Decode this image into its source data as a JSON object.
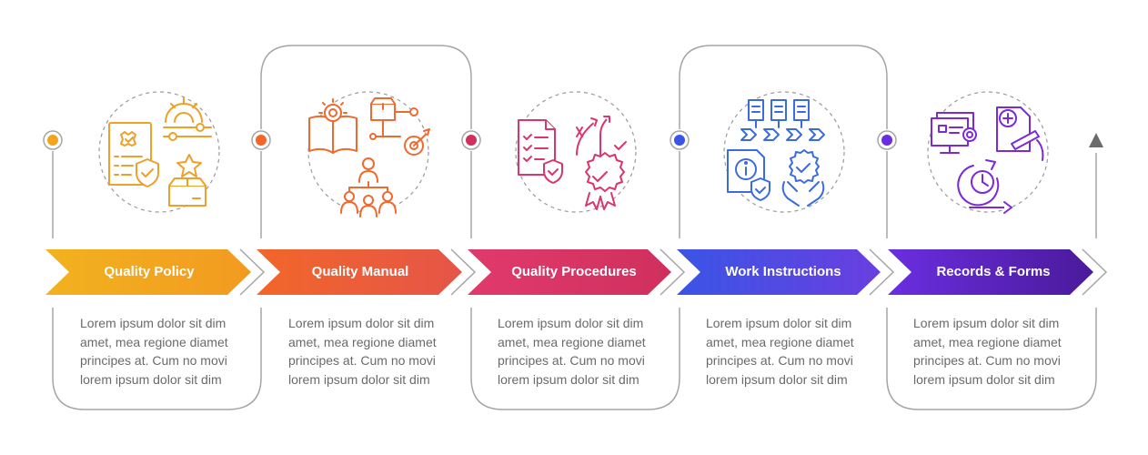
{
  "steps": [
    {
      "title": "Quality Policy",
      "description": "Lorem ipsum dolor sit dim amet, mea regione diamet principes at. Cum no movi lorem ipsum dolor sit dim",
      "color_start": "#f2b21f",
      "color_end": "#f29a20",
      "icon": "quality-policy-icon"
    },
    {
      "title": "Quality Manual",
      "description": "Lorem ipsum dolor sit dim amet, mea regione diamet principes at. Cum no movi lorem ipsum dolor sit dim",
      "color_start": "#f2662a",
      "color_end": "#e55548",
      "icon": "quality-manual-icon"
    },
    {
      "title": "Quality Procedures",
      "description": "Lorem ipsum dolor sit dim amet, mea regione diamet principes at. Cum no movi lorem ipsum dolor sit dim",
      "color_start": "#e03a6c",
      "color_end": "#d0305e",
      "icon": "quality-procedures-icon"
    },
    {
      "title": "Work Instructions",
      "description": "Lorem ipsum dolor sit dim amet, mea regione diamet principes at. Cum no movi lorem ipsum dolor sit dim",
      "color_start": "#3a55e6",
      "color_end": "#6a3ee0",
      "icon": "work-instructions-icon"
    },
    {
      "title": "Records & Forms",
      "description": "Lorem ipsum dolor sit dim amet, mea regione diamet principes at. Cum no movi lorem ipsum dolor sit dim",
      "color_start": "#6a2ee0",
      "color_end": "#4a1a9a",
      "icon": "records-forms-icon"
    }
  ],
  "colors": {
    "line": "#a5a5a5",
    "dashed": "#9a9a9a",
    "text": "#6a6a6a",
    "end_arrow": "#6b6b6b"
  }
}
